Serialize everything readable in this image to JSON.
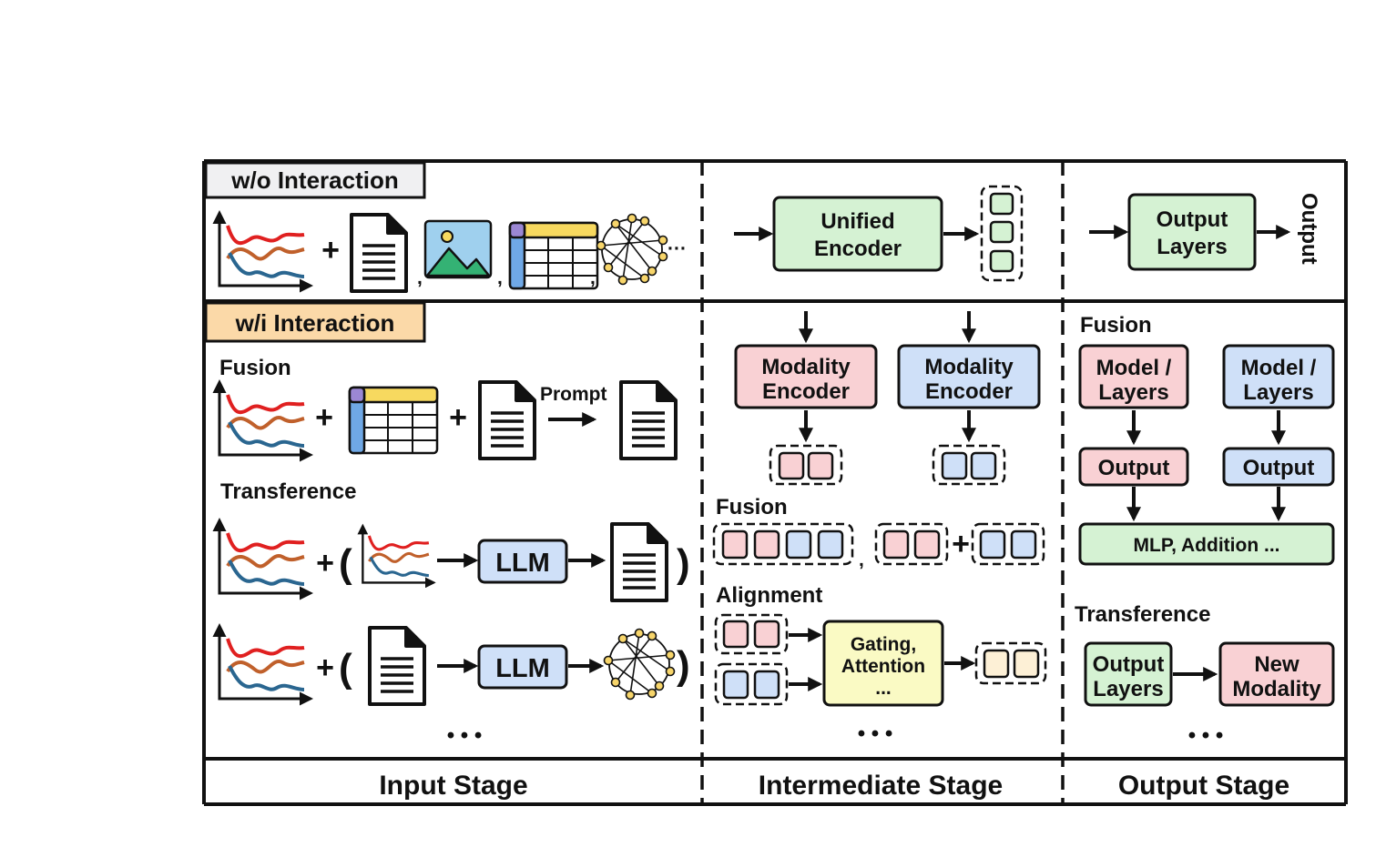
{
  "colors": {
    "green": "#d5f2d3",
    "red": "#f9d1d4",
    "blue": "#cfe0f8",
    "yellow": "#fafac4",
    "cream": "#fdf0d6",
    "tag_grey": "#f0f0f2",
    "tag_orange": "#fbd9a8",
    "series_red": "#e02020",
    "series_orange": "#c0602b",
    "series_blue": "#2a6690",
    "table_yellow": "#f7d95f",
    "table_blue": "#6fa8e6",
    "table_purple": "#9b87d4",
    "image_blue": "#9fd0ee",
    "image_green": "#34b274",
    "graph_node": "#f7d56a"
  },
  "tags": {
    "without_interaction": "w/o Interaction",
    "with_interaction": "w/i Interaction"
  },
  "input": {
    "fusion_title": "Fusion",
    "prompt_label": "Prompt",
    "transference_title": "Transference",
    "llm_label_1": "LLM",
    "llm_label_2": "LLM",
    "plus": "+",
    "comma": ",",
    "open_paren": "(",
    "close_paren": ")",
    "ellipsis_top": "···",
    "more_dots": "• • •"
  },
  "intermediate": {
    "unified_encoder_line1": "Unified",
    "unified_encoder_line2": "Encoder",
    "modality_encoder_red_line1": "Modality",
    "modality_encoder_red_line2": "Encoder",
    "modality_encoder_blue_line1": "Modality",
    "modality_encoder_blue_line2": "Encoder",
    "fusion_title": "Fusion",
    "alignment_title": "Alignment",
    "gating_line1": "Gating,",
    "gating_line2": "Attention",
    "gating_line3": "...",
    "more_dots": "• • •"
  },
  "output": {
    "output_layers_line1": "Output",
    "output_layers_line2": "Layers",
    "output_vertical": "Output",
    "fusion_title": "Fusion",
    "model_layers_red_line1": "Model /",
    "model_layers_red_line2": "Layers",
    "model_layers_blue_line1": "Model /",
    "model_layers_blue_line2": "Layers",
    "output_red": "Output",
    "output_blue": "Output",
    "mlp_addition": "MLP, Addition ...",
    "transference_title": "Transference",
    "output_layers2_line1": "Output",
    "output_layers2_line2": "Layers",
    "new_modality_line1": "New",
    "new_modality_line2": "Modality",
    "more_dots": "• • •"
  },
  "stages": {
    "input": "Input Stage",
    "intermediate": "Intermediate Stage",
    "output": "Output Stage"
  }
}
